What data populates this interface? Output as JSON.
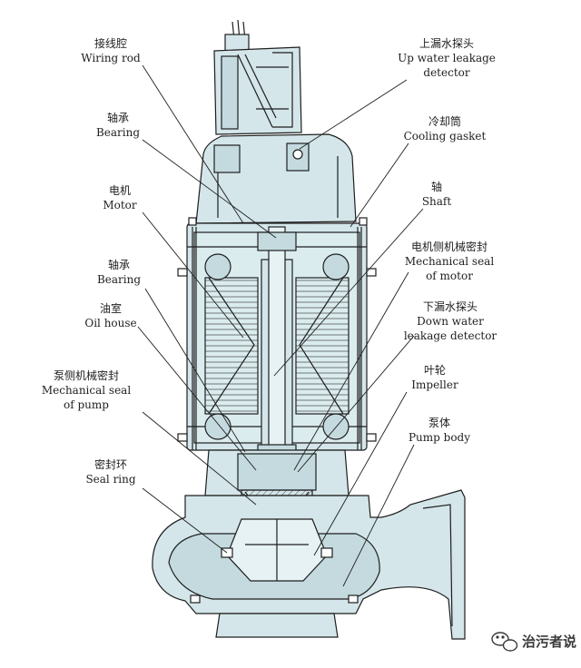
{
  "labels": {
    "wiring_rod": {
      "zh": "接线腔",
      "en": "Wiring rod"
    },
    "bearing_upper": {
      "zh": "轴承",
      "en": "Bearing"
    },
    "motor": {
      "zh": "电机",
      "en": "Motor"
    },
    "bearing_lower": {
      "zh": "轴承",
      "en": "Bearing"
    },
    "oil_house": {
      "zh": "油室",
      "en": "Oil house"
    },
    "mech_seal_pump": {
      "zh": "泵侧机械密封",
      "en1": "Mechanical seal",
      "en2": "of pump"
    },
    "seal_ring": {
      "zh": "密封环",
      "en": "Seal ring"
    },
    "up_water_detector": {
      "zh": "上漏水探头",
      "en1": "Up water leakage",
      "en2": "detector"
    },
    "cooling_gasket": {
      "zh": "冷却筒",
      "en": "Cooling gasket"
    },
    "shaft": {
      "zh": "轴",
      "en": "Shaft"
    },
    "mech_seal_motor": {
      "zh": "电机侧机械密封",
      "en1": "Mechanical seal",
      "en2": "of motor"
    },
    "down_water_detector": {
      "zh": "下漏水探头",
      "en1": "Down water",
      "en2": "leakage detector"
    },
    "impeller": {
      "zh": "叶轮",
      "en": "Impeller"
    },
    "pump_body": {
      "zh": "泵体",
      "en": "Pump body"
    }
  },
  "watermark": {
    "text": "治污者说",
    "icon": "wechat-icon"
  },
  "colors": {
    "body_fill": "#d4e6ea",
    "line": "#1e1e1e",
    "background": "#ffffff"
  }
}
